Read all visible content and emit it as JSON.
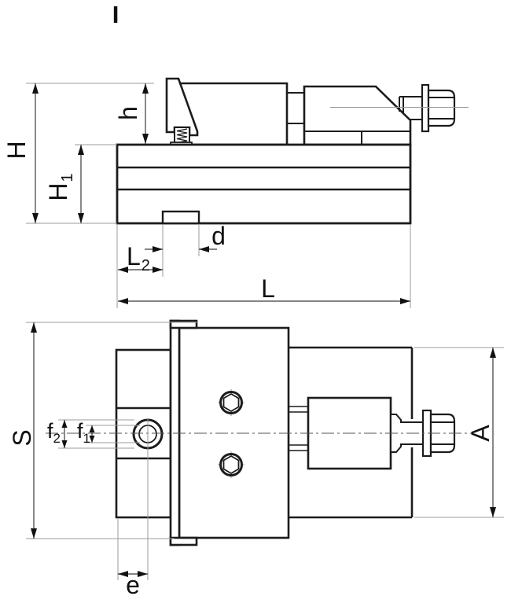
{
  "drawing": {
    "view_marker": "I",
    "colors": {
      "line": "#1c1c1c",
      "dimension_line": "#3a3a3a",
      "extension_line": "#9b9b9b",
      "text": "#111111",
      "background": "#ffffff"
    },
    "side_view": {
      "dimension_labels": [
        "H",
        "H1",
        "h",
        "d",
        "L2",
        "L"
      ]
    },
    "plan_view": {
      "dimension_labels": [
        "S",
        "A",
        "f2",
        "f1",
        "e"
      ]
    }
  },
  "labels": {
    "view_marker": "I",
    "H": "H",
    "H1_main": "H",
    "H1_sub": "1",
    "h": "h",
    "d": "d",
    "L2_main": "L",
    "L2_sub": "2",
    "L": "L",
    "S": "S",
    "A": "A",
    "f2_main": "f",
    "f2_sub": "2",
    "f1_main": "f",
    "f1_sub": "1",
    "e": "e"
  }
}
